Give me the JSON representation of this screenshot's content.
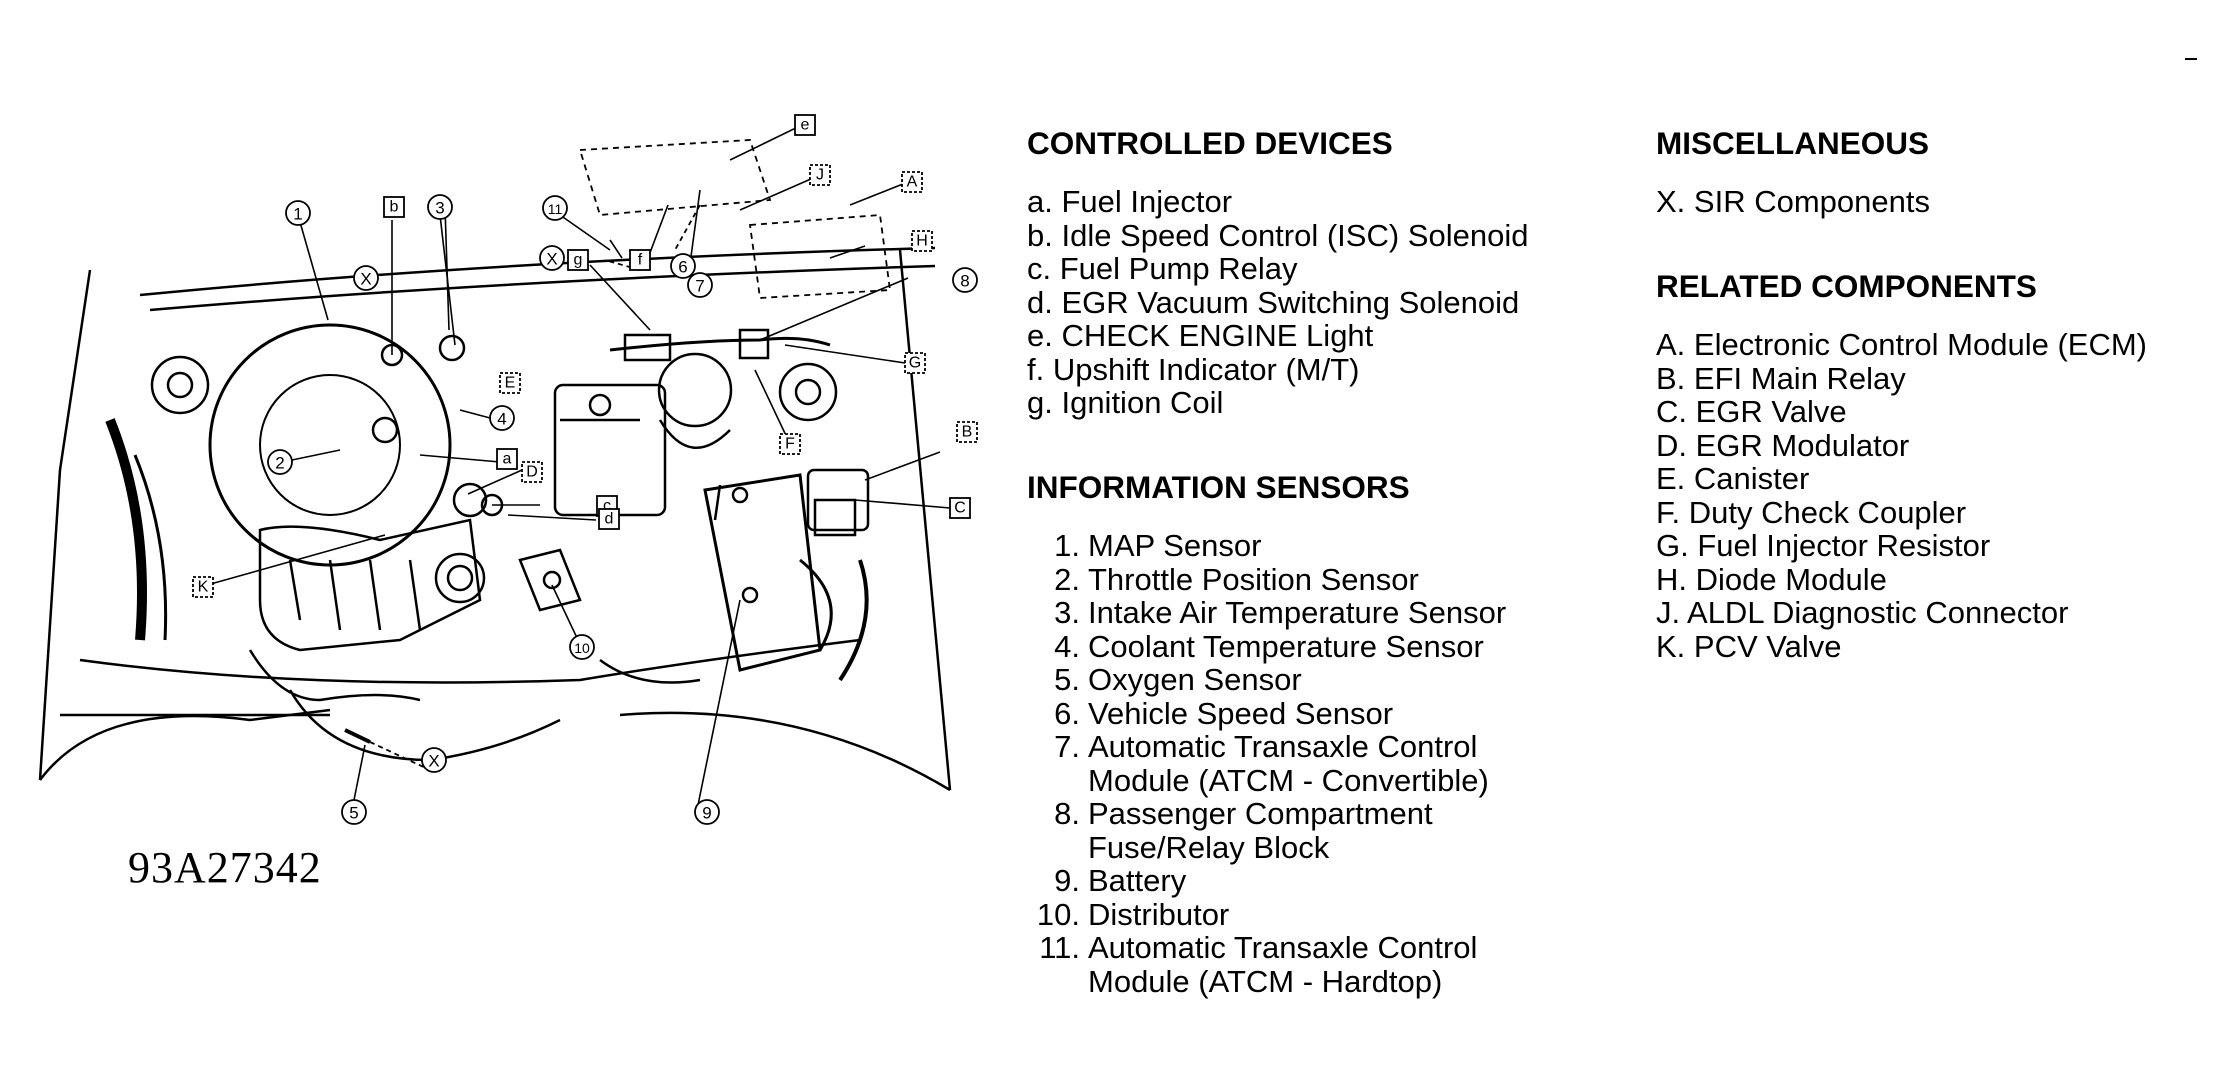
{
  "figure_code": "93A27342",
  "controlled_devices": {
    "heading": "CONTROLLED DEVICES",
    "items": [
      "a. Fuel Injector",
      "b. Idle Speed Control (ISC) Solenoid",
      "c. Fuel Pump Relay",
      "d. EGR Vacuum Switching Solenoid",
      "e. CHECK ENGINE Light",
      "f. Upshift Indicator (M/T)",
      "g. Ignition Coil"
    ]
  },
  "information_sensors": {
    "heading": "INFORMATION SENSORS",
    "items": [
      {
        "num": "1.",
        "text": "MAP Sensor"
      },
      {
        "num": "2.",
        "text": "Throttle Position Sensor"
      },
      {
        "num": "3.",
        "text": "Intake Air Temperature Sensor"
      },
      {
        "num": "4.",
        "text": "Coolant Temperature Sensor"
      },
      {
        "num": "5.",
        "text": "Oxygen Sensor"
      },
      {
        "num": "6.",
        "text": "Vehicle Speed Sensor"
      },
      {
        "num": "7.",
        "text": "Automatic Transaxle Control\nModule (ATCM  -  Convertible)"
      },
      {
        "num": "8.",
        "text": "Passenger Compartment\nFuse/Relay Block"
      },
      {
        "num": "9.",
        "text": "Battery"
      },
      {
        "num": "10.",
        "text": "Distributor"
      },
      {
        "num": "11.",
        "text": "Automatic Transaxle Control\nModule (ATCM  -  Hardtop)"
      }
    ]
  },
  "miscellaneous": {
    "heading": "MISCELLANEOUS",
    "items": [
      "X. SIR Components"
    ]
  },
  "related_components": {
    "heading": "RELATED COMPONENTS",
    "items": [
      "A. Electronic Control Module (ECM)",
      "B. EFI Main Relay",
      "C. EGR Valve",
      "D. EGR Modulator",
      "E. Canister",
      "F. Duty Check Coupler",
      "G. Fuel Injector Resistor",
      "H. Diode Module",
      "J. ALDL Diagnostic Connector",
      "K. PCV Valve"
    ]
  },
  "callouts": {
    "circles": [
      "1",
      "2",
      "3",
      "4",
      "5",
      "6",
      "7",
      "8",
      "9",
      "10",
      "11",
      "X",
      "X",
      "X"
    ],
    "boxes": [
      "a",
      "b",
      "c",
      "d",
      "e",
      "f",
      "g",
      "A",
      "B",
      "C",
      "D",
      "E",
      "F",
      "G",
      "H",
      "J",
      "K"
    ]
  }
}
